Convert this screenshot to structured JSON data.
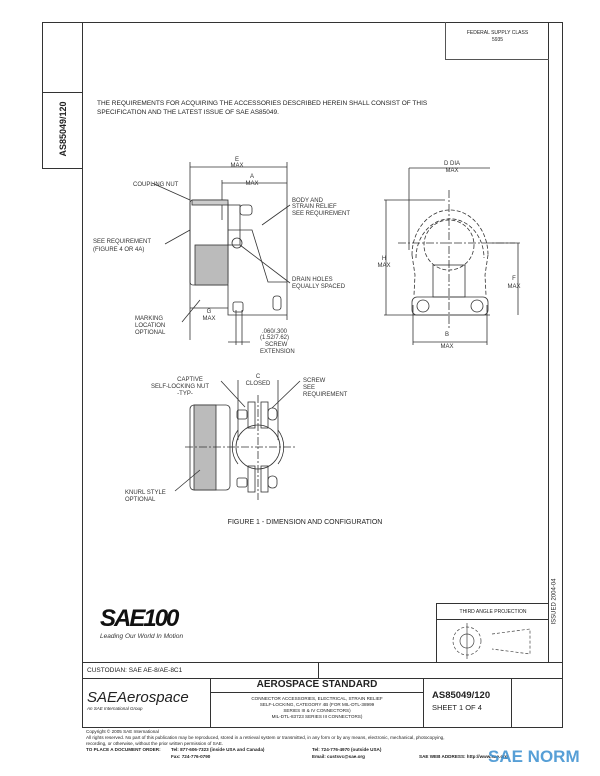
{
  "side_tab": {
    "doc_number": "AS85049/120"
  },
  "supply_class": {
    "line1": "FEDERAL SUPPLY CLASS",
    "line2": "5935"
  },
  "requirements_text": {
    "line1": "THE REQUIREMENTS FOR ACQUIRING THE ACCESSORIES DESCRIBED HEREIN SHALL CONSIST OF THIS",
    "line2": "SPECIFICATION AND THE LATEST ISSUE OF SAE AS85049."
  },
  "figure": {
    "caption": "FIGURE 1 - DIMENSION AND CONFIGURATION",
    "labels": {
      "e_dim": "E",
      "a_dim": "A",
      "max": "MAX",
      "coupling_nut": "COUPLING NUT",
      "body_1": "BODY AND",
      "body_2": "STRAIN RELIEF",
      "body_3": "SEE REQUIREMENT",
      "see_req_1": "SEE REQUIREMENT",
      "see_req_2": "(FIGURE 4 OR 4A)",
      "drain_1": "DRAIN HOLES",
      "drain_2": "EQUALLY SPACED",
      "marking_1": "MARKING",
      "marking_2": "LOCATION",
      "marking_3": "OPTIONAL",
      "g_dim": "G",
      "screw_ext_1": ".060/.300",
      "screw_ext_2": "(1.52/7.62)",
      "screw_ext_3": "SCREW",
      "screw_ext_4": "EXTENSION",
      "d_dim": "D DIA",
      "h_dim": "H",
      "f_dim": "F",
      "b_dim": "B",
      "captive_1": "CAPTIVE",
      "captive_2": "SELF-LOCKING NUT",
      "captive_3": "-TYP-",
      "c_dim": "C",
      "closed": "CLOSED",
      "screw_1": "SCREW",
      "screw_2": "SEE",
      "screw_3": "REQUIREMENT",
      "knurl_1": "KNURL STYLE",
      "knurl_2": "OPTIONAL"
    }
  },
  "issued": "ISSUED 2004-04",
  "projection": {
    "title": "THIRD ANGLE PROJECTION"
  },
  "logo": {
    "text": "SAE100",
    "tagline": "Leading Our World In Motion"
  },
  "custodian": "CUSTODIAN: SAE AE-8/AE-8C1",
  "title_block": {
    "brand": "SAEAerospace",
    "brand_sub": "An SAE International Group",
    "heading": "AEROSPACE STANDARD",
    "description": [
      "CONNECTOR ACCESSORIES, ELECTRICAL, STRAIN RELIEF",
      "SELF-LOCKING, CATEGORY 4B (FOR MIL-DTL-38999",
      "SERIES III & IV CONNECTORS)",
      "MIL-DTL-83723 SERIES III CONNECTORS)"
    ],
    "doc_number": "AS85049/120",
    "sheet": "SHEET 1 OF 4"
  },
  "footer": {
    "copyright": "Copyright © 2005 SAE International",
    "rights": "All rights reserved. No part of this publication may be reproduced, stored in a retrieval system or transmitted, in any form or by any means, electronic, mechanical, photocopying,",
    "rights2": "recording, or otherwise, without the prior written permission of SAE.",
    "order_label": "TO PLACE A DOCUMENT ORDER:",
    "tel_us": "Tel: 877-606-7323 (inside USA and Canada)",
    "fax": "Fax: 724-776-0790",
    "tel_intl": "Tel: 724-776-4970 (outside USA)",
    "email": "Email: custsvc@sae.org",
    "web": "SAE WEB ADDRESS: http://www.sae.org"
  },
  "watermark": "SAE NORM",
  "colors": {
    "watermark": "#3a8fd0",
    "line": "#333333"
  }
}
